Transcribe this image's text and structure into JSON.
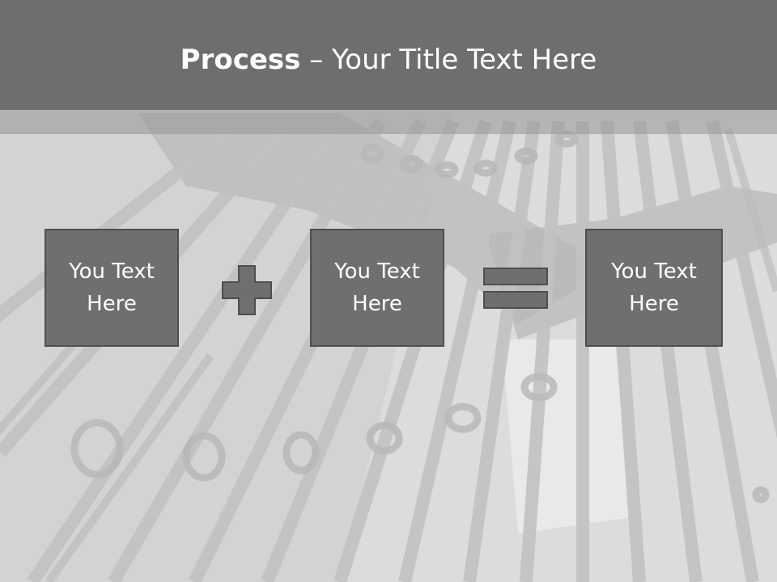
{
  "slide": {
    "title_bold": "Process",
    "title_sep": " – ",
    "title_rest": "Your Title Text Here"
  },
  "process": {
    "box1": "You Text Here",
    "box2": "You Text Here",
    "box3": "You Text Here",
    "operator1_icon": "plus-icon",
    "operator2_icon": "equals-icon"
  },
  "colors": {
    "title_bar": "#6e6e6e",
    "box_fill": "#6f6f6f",
    "box_border": "#4e4e4e",
    "text": "#ffffff"
  }
}
